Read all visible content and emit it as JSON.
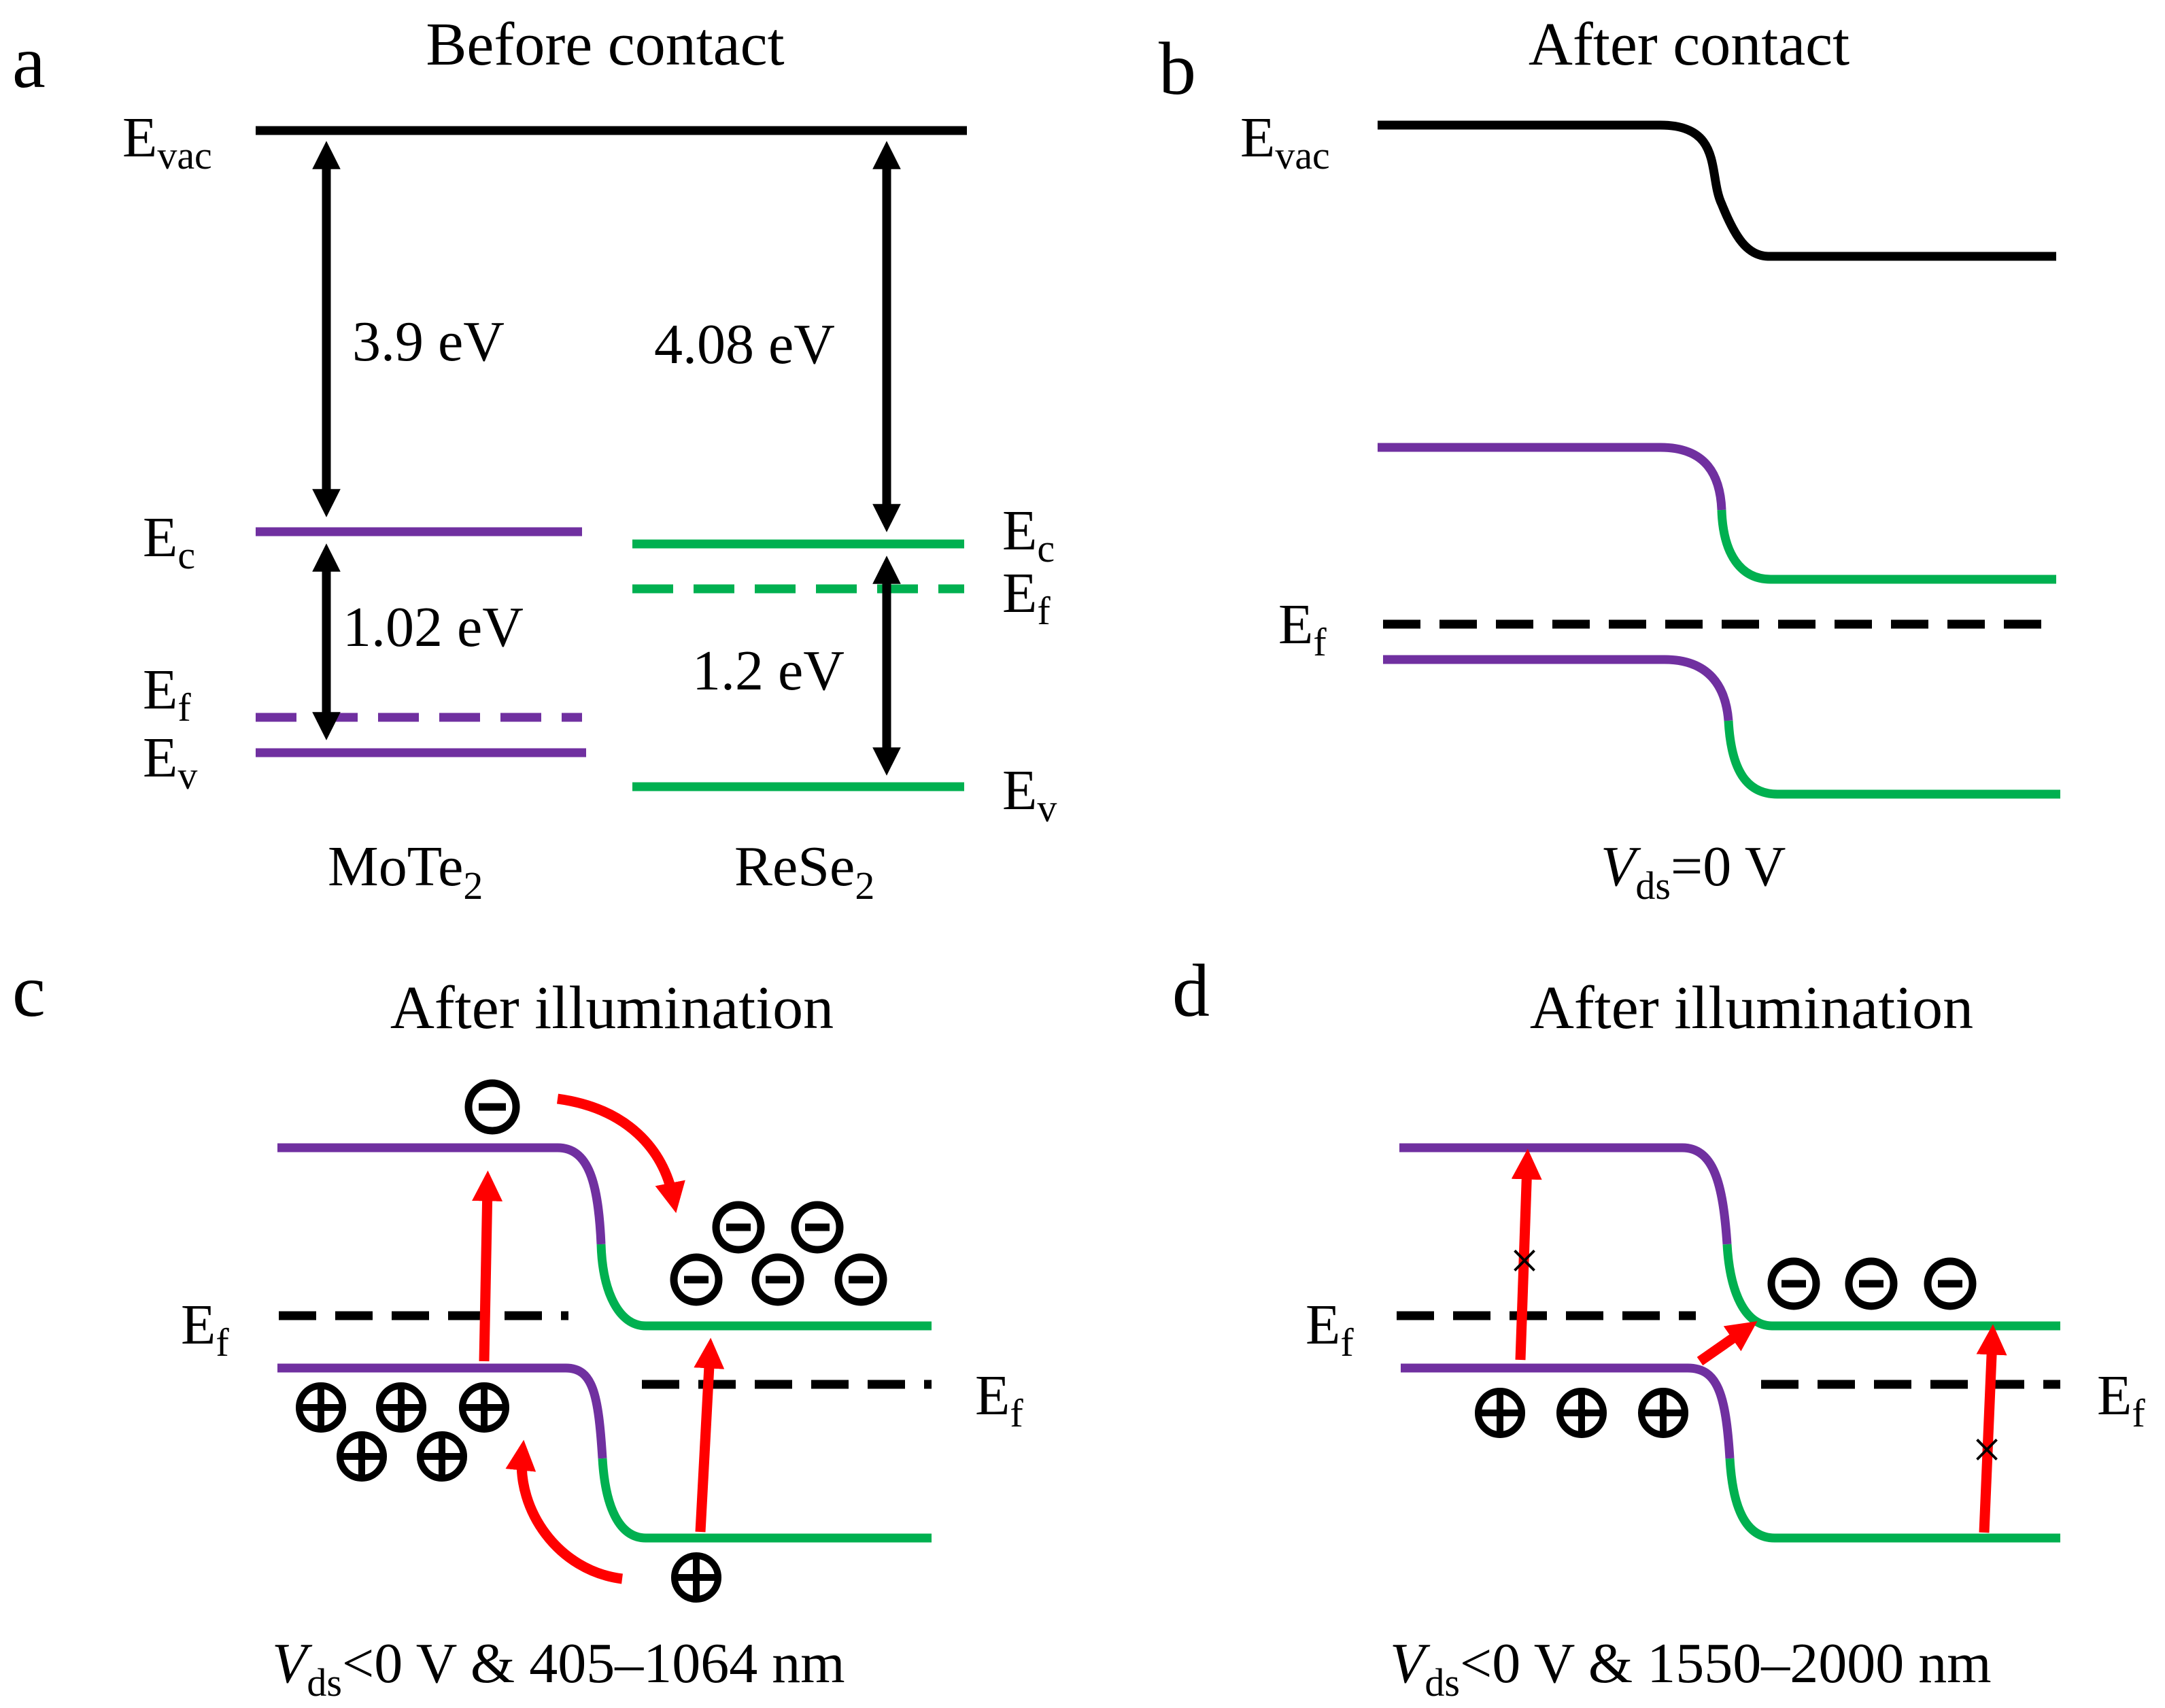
{
  "panels": {
    "a": {
      "letter": "a",
      "title": "Before contact",
      "evac": {
        "main": "E",
        "sub": "vac"
      },
      "ec_left": {
        "main": "E",
        "sub": "c"
      },
      "ef_left": {
        "main": "E",
        "sub": "f"
      },
      "ev_left": {
        "main": "E",
        "sub": "v"
      },
      "ec_right": {
        "main": "E",
        "sub": "c"
      },
      "ef_right": {
        "main": "E",
        "sub": "f"
      },
      "ev_right": {
        "main": "E",
        "sub": "v"
      },
      "affinity_mote2": "3.9 eV",
      "affinity_rese2": "4.08 eV",
      "gap_mote2": "1.02 eV",
      "gap_rese2": "1.2 eV",
      "material_left": {
        "main": "MoTe",
        "sub": "2"
      },
      "material_right": {
        "main": "ReSe",
        "sub": "2"
      }
    },
    "b": {
      "letter": "b",
      "title": "After contact",
      "evac": {
        "main": "E",
        "sub": "vac"
      },
      "ef": {
        "main": "E",
        "sub": "f"
      },
      "condition": {
        "v": "V",
        "sub": "ds",
        "rest": "=0 V"
      }
    },
    "c": {
      "letter": "c",
      "title": "After illumination",
      "ef_left": {
        "main": "E",
        "sub": "f"
      },
      "ef_right": {
        "main": "E",
        "sub": "f"
      },
      "condition": {
        "v": "V",
        "sub": "ds",
        "rest": "<0 V & 405–1064 nm"
      }
    },
    "d": {
      "letter": "d",
      "title": "After illumination",
      "ef_left": {
        "main": "E",
        "sub": "f"
      },
      "ef_right": {
        "main": "E",
        "sub": "f"
      },
      "condition": {
        "v": "V",
        "sub": "ds",
        "rest": "<0 V & 1550–2000 nm"
      }
    }
  },
  "symbols": {
    "electron": "⊖",
    "hole": "⊕",
    "blocked": "×"
  },
  "colors": {
    "mote2": "#7030a0",
    "rese2": "#00b050",
    "vacuum": "#000000",
    "photo": "#ff0000"
  }
}
